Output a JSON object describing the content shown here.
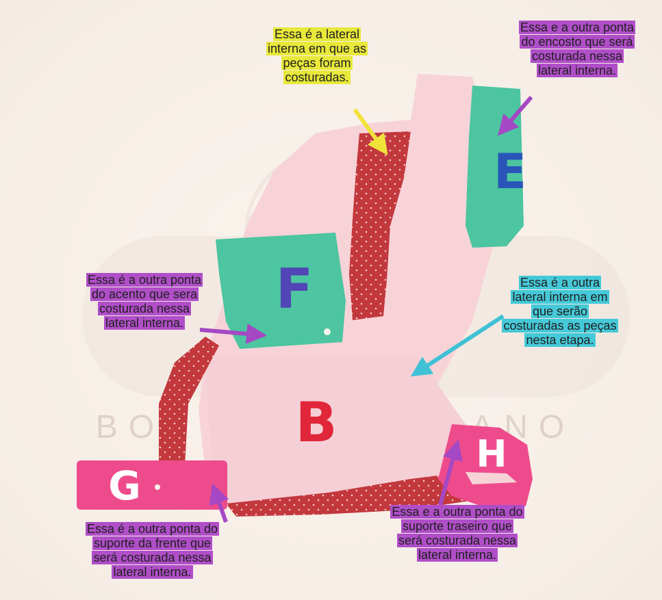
{
  "watermark": {
    "text": "BONECAS DE PANO"
  },
  "pieces": {
    "B": "B",
    "E": "E",
    "F": "F",
    "G": "G",
    "H": "H"
  },
  "colors": {
    "pink_fabric": "#f7d3d8",
    "red_polka": "#c2383d",
    "teal_felt": "#4cc5a0",
    "hot_pink": "#ee4b8c",
    "letter_blue": "#2955b8",
    "letter_purple": "#5245b6",
    "letter_red": "#e2263a",
    "arrow_yellow": "#f1e23a",
    "arrow_purple": "#a448c4",
    "arrow_cyan": "#3fc1d6"
  },
  "annotations": {
    "top_center": [
      "Essa é a lateral",
      "interna em que as",
      "peças foram",
      "costuradas."
    ],
    "top_right": [
      "Essa e a outra ponta",
      "do encosto que será",
      "costurada nessa",
      "lateral interna."
    ],
    "mid_left": [
      "Essa é a outra ponta",
      "do acento que sera",
      "costurada nessa",
      "lateral interna."
    ],
    "mid_right": [
      "Essa é a outra",
      "lateral interna em",
      "que serão",
      "costuradas as peças",
      "nesta etapa."
    ],
    "bottom_left": [
      "Essa é a outra ponta do",
      "suporte da frente que",
      "será costurada nessa",
      "lateral interna."
    ],
    "bottom_right": [
      "Essa e a outra ponta do",
      "suporte traseiro que",
      "será costurada nessa",
      "lateral interna."
    ]
  }
}
